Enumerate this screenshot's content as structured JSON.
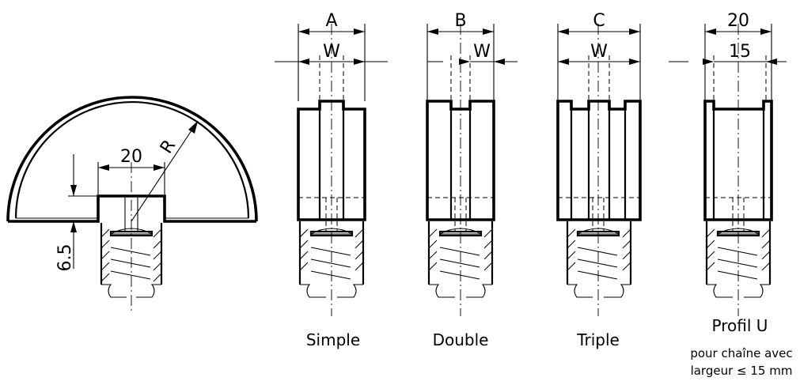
{
  "section": {
    "dim_width": "20",
    "dim_radius": "R",
    "dim_depth": "6.5"
  },
  "profiles": [
    {
      "id": "simple",
      "top_dim": "A",
      "inner_dim": "W",
      "caption": "Simple"
    },
    {
      "id": "double",
      "top_dim": "B",
      "inner_dim": "W",
      "caption": "Double"
    },
    {
      "id": "triple",
      "top_dim": "C",
      "inner_dim": "W",
      "caption": "Triple"
    },
    {
      "id": "u-profile",
      "top_dim": "20",
      "inner_dim": "15",
      "caption": "Profil U",
      "note_line1": "pour chaîne avec",
      "note_line2": "largeur ≤ 15 mm"
    }
  ],
  "colors": {
    "ink": "#000000",
    "paper": "#ffffff"
  }
}
